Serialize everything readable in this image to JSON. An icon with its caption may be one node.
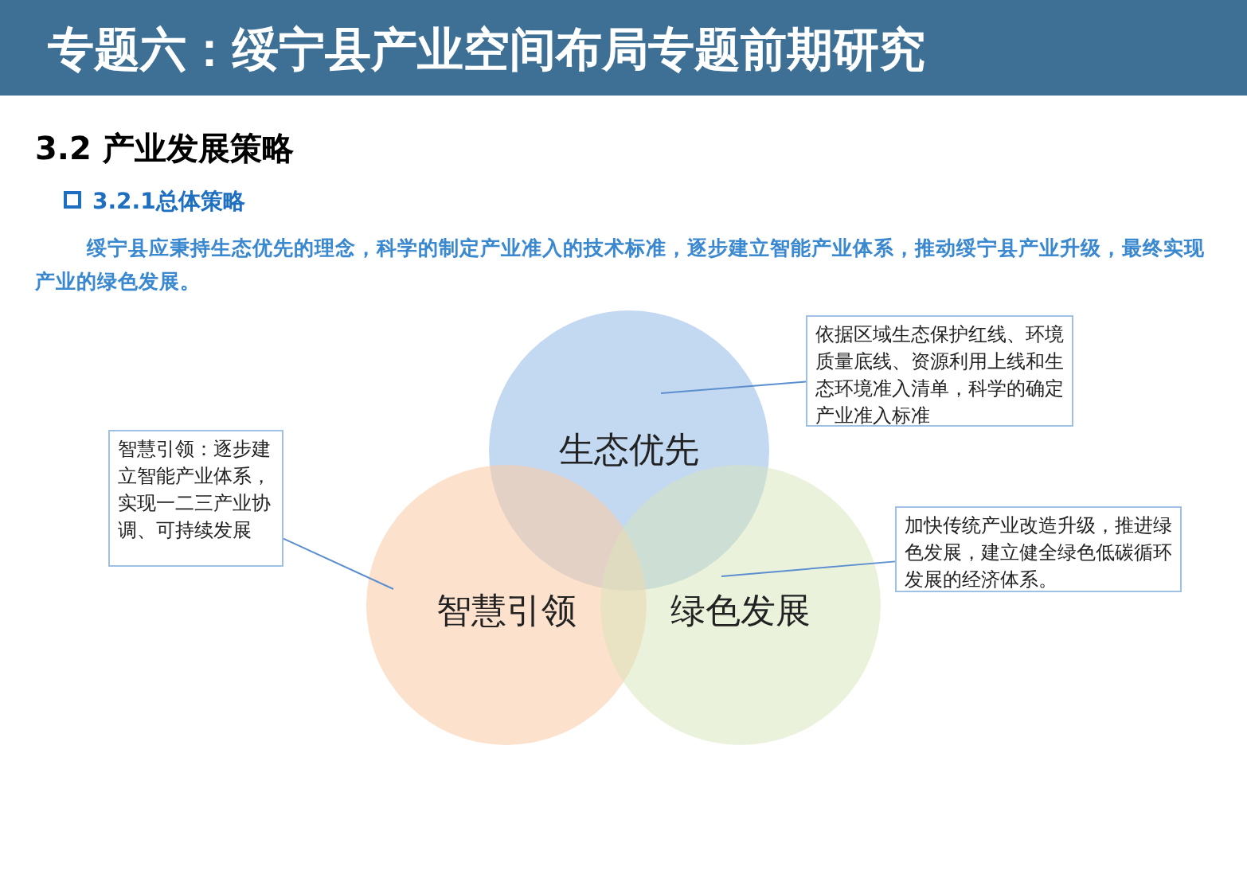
{
  "diagram": {
    "title": "专题六：绥宁县产业空间布局专题前期研究",
    "nodes": [
      {
        "text": [
          "生态优先"
        ]
      },
      {
        "text": [
          "智慧引领"
        ]
      },
      {
        "text": [
          "绿色发展"
        ]
      },
      {
        "text": [
          "依据区域生态保护红线、环境质量底线、资源利用上线和生态环境准入清单，科学的确定产业准入标准"
        ]
      },
      {
        "text": [
          "智慧引领：逐步建立智能产业体系，实现一二三产业协调、可持续发展"
        ]
      },
      {
        "text": [
          "加快传统产业改造升级，推进绿色发展，建立健全绿色低碳循环发展的经济体系。"
        ]
      }
    ],
    "edges": [
      {
        "from": 3,
        "to": 0,
        "arrow": "none"
      },
      {
        "from": 4,
        "to": 1,
        "arrow": "none"
      },
      {
        "from": 5,
        "to": 2,
        "arrow": "none"
      }
    ],
    "labels": [
      "3.2  产业发展策略",
      "3.2.1总体策略",
      "绥宁县应秉持生态优先的理念，科学的制定产业准入的技术标准，逐步建立智能产业体系，推动绥宁县产业升级，最终实现产业的绿色发展。"
    ]
  }
}
